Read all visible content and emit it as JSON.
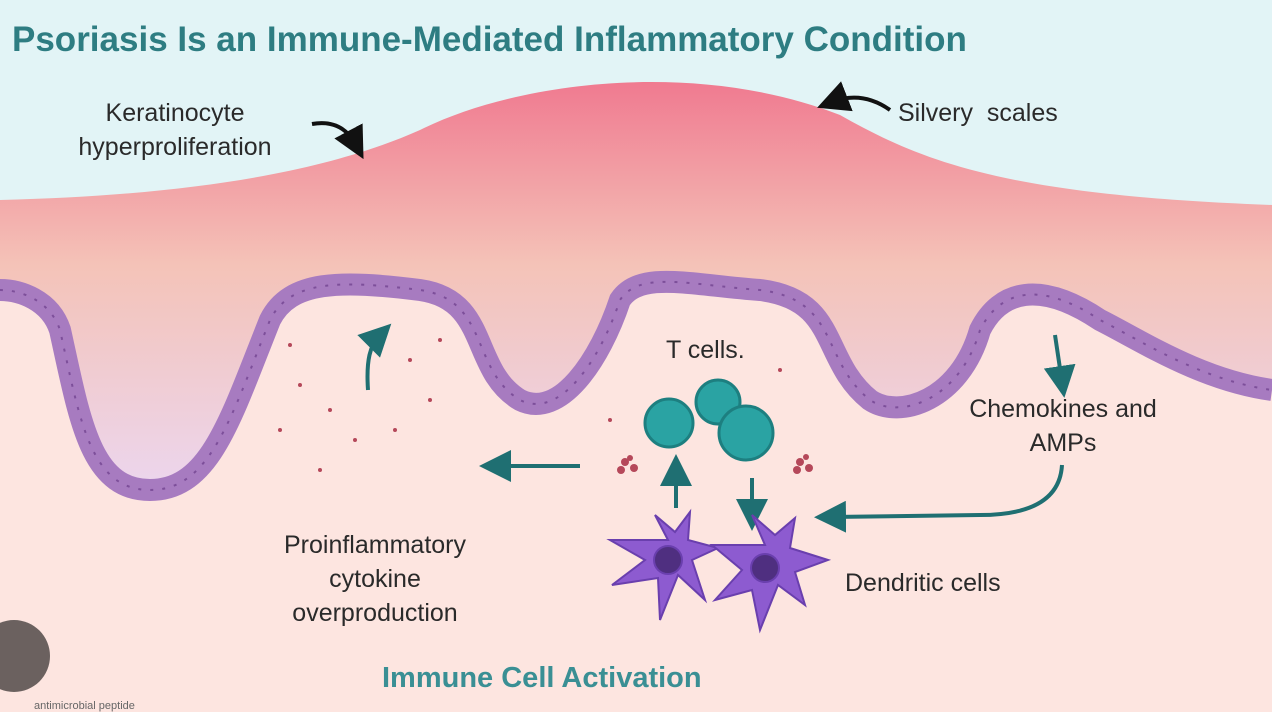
{
  "title": "Psoriasis Is an Immune-Mediated Inflammatory Condition",
  "labels": {
    "keratinocyte": "Keratinocyte hyperproliferation",
    "scales": "Silvery  scales",
    "t_cells": "T cells.",
    "chemokines": "Chemokines and AMPs",
    "dendritic": "Dendritic cells",
    "cytokine": "Proinflammatory cytokine overproduction"
  },
  "subtitle": "Immune Cell Activation",
  "footnote": "antimicrobial peptide",
  "colors": {
    "title": "#2e7d82",
    "arrow": "#1f6f72",
    "tcell": "#2aa3a3",
    "dendritic": "#8d5bd0",
    "membrane": "#a77bc0",
    "sky": "#e2f4f6",
    "dermis": "#fde5e0"
  }
}
